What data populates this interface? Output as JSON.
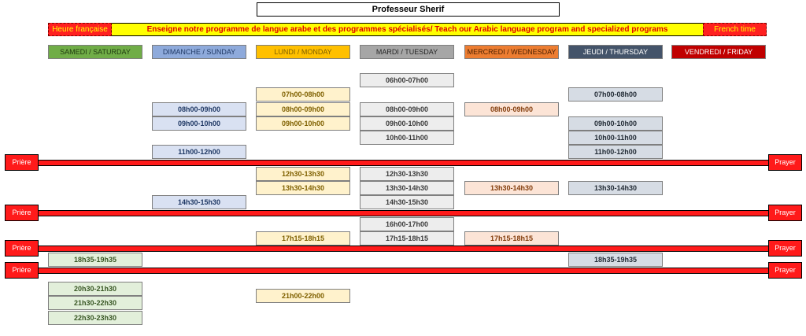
{
  "title": "Professeur Sherif",
  "banner": {
    "left": "Heure française",
    "main": "Enseigne notre programme de langue arabe et des programmes spécialisés/ Teach our Arabic language program and specialized programs",
    "right": "French time"
  },
  "days": [
    {
      "label": "SAMEDI / SATURDAY",
      "bg": "#70ad47",
      "fg": "#1f3a0f"
    },
    {
      "label": "DIMANCHE / SUNDAY",
      "bg": "#8eaadb",
      "fg": "#1f3864"
    },
    {
      "label": "LUNDI / MONDAY",
      "bg": "#ffc000",
      "fg": "#7f5f00"
    },
    {
      "label": "MARDI / TUESDAY",
      "bg": "#a6a6a6",
      "fg": "#262626"
    },
    {
      "label": "MERCREDI / WEDNESDAY",
      "bg": "#ed7d31",
      "fg": "#4a1f00"
    },
    {
      "label": "JEUDI / THURSDAY",
      "bg": "#44546a",
      "fg": "#ffffff"
    },
    {
      "label": "VENDREDI / FRIDAY",
      "bg": "#c00000",
      "fg": "#ffffff"
    }
  ],
  "prayer": {
    "left_label": "Prière",
    "right_label": "Prayer"
  },
  "slots": {
    "saturday": [
      "18h35-19h35",
      "20h30-21h30",
      "21h30-22h30",
      "22h30-23h30"
    ],
    "sunday": [
      "08h00-09h00",
      "09h00-10h00",
      "11h00-12h00",
      "14h30-15h30"
    ],
    "monday": [
      "07h00-08h00",
      "08h00-09h00",
      "09h00-10h00",
      "12h30-13h30",
      "13h30-14h30",
      "17h15-18h15",
      "21h00-22h00"
    ],
    "tuesday": [
      "06h00-07h00",
      "08h00-09h00",
      "09h00-10h00",
      "10h00-11h00",
      "12h30-13h30",
      "13h30-14h30",
      "14h30-15h30",
      "16h00-17h00",
      "17h15-18h15"
    ],
    "wednesday": [
      "08h00-09h00",
      "13h30-14h30",
      "17h15-18h15"
    ],
    "thursday": [
      "07h00-08h00",
      "09h00-10h00",
      "10h00-11h00",
      "11h00-12h00",
      "13h30-14h30",
      "18h35-19h35"
    ]
  },
  "colors": {
    "saturday": {
      "bg": "#e2efda",
      "fg": "#375623"
    },
    "sunday": {
      "bg": "#d9e1f2",
      "fg": "#1f3864"
    },
    "monday": {
      "bg": "#fff2cc",
      "fg": "#7f6000"
    },
    "tuesday": {
      "bg": "#ededed",
      "fg": "#3a3a3a"
    },
    "wednesday": {
      "bg": "#fce4d6",
      "fg": "#833c0b"
    },
    "thursday": {
      "bg": "#d6dce4",
      "fg": "#222b35"
    }
  }
}
